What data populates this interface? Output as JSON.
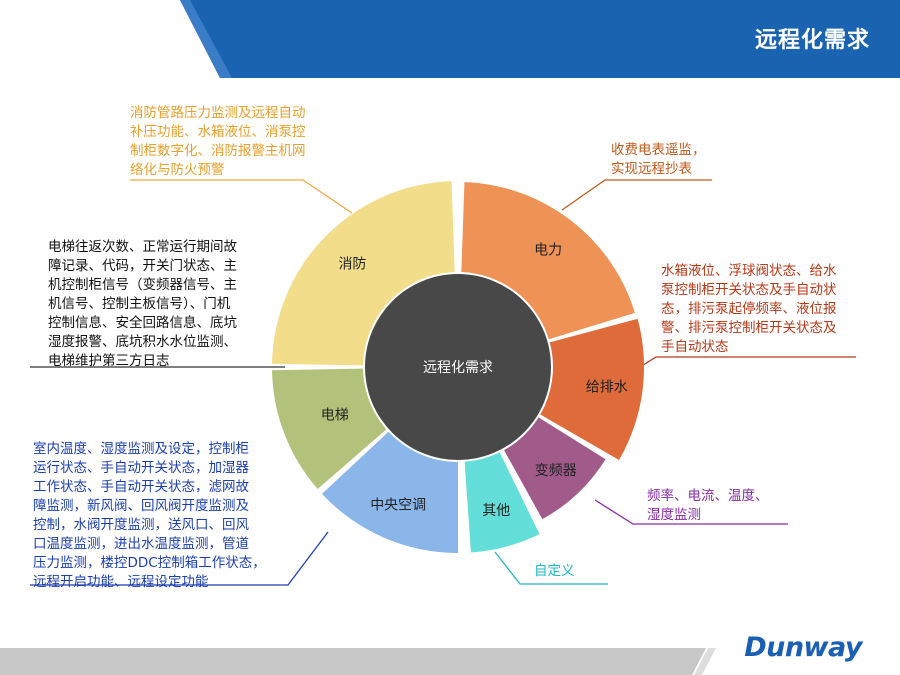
{
  "header": {
    "title": "远程化需求"
  },
  "center": {
    "label": "远程化需求"
  },
  "segments": {
    "fire": {
      "label": "消防",
      "color": "#f2dd8a"
    },
    "power": {
      "label": "电力",
      "color": "#ee9255"
    },
    "water": {
      "label": "给排水",
      "color": "#df6a3a"
    },
    "inverter": {
      "label": "变频器",
      "color": "#a05b8a"
    },
    "other": {
      "label": "其他",
      "color": "#63ded8"
    },
    "ac": {
      "label": "中央空调",
      "color": "#8ab6ea"
    },
    "elevator": {
      "label": "电梯",
      "color": "#b3c27a"
    }
  },
  "descriptions": {
    "fire": {
      "color": "#e8a02a",
      "lines": [
        "消防管路压力监测及远程自动",
        "补压功能、水箱液位、消泵控",
        "制柜数字化、消防报警主机网",
        "络化与防火预警"
      ]
    },
    "power": {
      "color": "#c0591a",
      "lines": [
        "收费电表遥监，",
        "实现远程抄表"
      ]
    },
    "water": {
      "color": "#b83818",
      "lines": [
        "水箱液位、浮球阀状态、给水",
        "泵控制柜开关状态及手自动状",
        "态，排污泵起停频率、液位报",
        "警、排污泵控制柜开关状态及",
        "手自动状态"
      ]
    },
    "inverter": {
      "color": "#8a2aa8",
      "lines": [
        "频率、电流、温度、",
        "湿度监测"
      ]
    },
    "other": {
      "color": "#20b8c8",
      "lines": [
        "自定义"
      ]
    },
    "ac": {
      "color": "#1c3fb0",
      "lines": [
        "室内温度、湿度监测及设定，控制柜",
        "运行状态、手自动开关状态，加湿器",
        "工作状态、手自动开关状态，滤网故",
        "障监测，新风阀、回风阀开度监测及",
        "控制，水阀开度监测，送风口、回风",
        "口温度监测，进出水温度监测，管道",
        "压力监测，楼控DDC控制箱工作状态，",
        "远程开启功能、远程设定功能"
      ]
    },
    "elevator": {
      "color": "#111111",
      "lines": [
        "电梯往返次数、正常运行期间故",
        "障记录、代码，开关门状态、主",
        "机控制柜信号（变频器信号、主",
        "机信号、控制主板信号）、门机",
        "控制信息、安全回路信息、底坑",
        "湿度报警、底坑积水水位监测、",
        "电梯维护第三方日志"
      ]
    }
  },
  "footer": {
    "logo": "Dunway"
  }
}
